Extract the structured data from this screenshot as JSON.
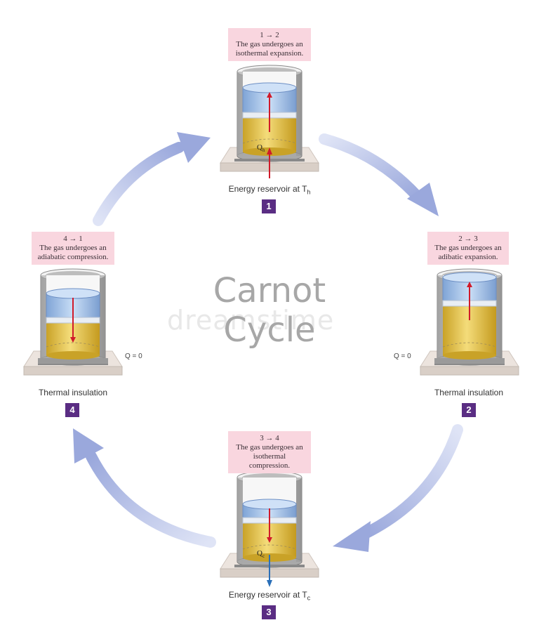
{
  "title": {
    "line1": "Carnot",
    "line2": "Cycle"
  },
  "watermark": "dreamstime",
  "stages": [
    {
      "step": "1 → 2",
      "line1": "The gas undergoes an",
      "line2": "isothermal expansion.",
      "reservoir_prefix": "Energy reservoir at T",
      "reservoir_sub": "h",
      "badge": "1",
      "heat_label": "Q",
      "heat_sub": "h"
    },
    {
      "step": "2 → 3",
      "line1": "The gas undergoes an",
      "line2": "adibatic expansion.",
      "reservoir_prefix": "Thermal insulation",
      "reservoir_sub": "",
      "badge": "2",
      "q_zero": "Q = 0"
    },
    {
      "step": "3 → 4",
      "line1": "The gas undergoes an",
      "line2": "isothermal compression.",
      "reservoir_prefix": "Energy reservoir at T",
      "reservoir_sub": "c",
      "badge": "3",
      "heat_label": "Q",
      "heat_sub": "c"
    },
    {
      "step": "4 → 1",
      "line1": "The gas undergoes an",
      "line2": "adiabatic compression.",
      "reservoir_prefix": "Thermal insulation",
      "reservoir_sub": "",
      "badge": "4",
      "q_zero": "Q = 0"
    }
  ],
  "colors": {
    "caption_bg": "#f9d6df",
    "badge": "#5a2d83",
    "arrow": "#b8c2e6",
    "gas": "#e8c84a",
    "piston": "#a9c8ee",
    "heat_in": "#d11a2a",
    "heat_out": "#2a6fb8"
  }
}
